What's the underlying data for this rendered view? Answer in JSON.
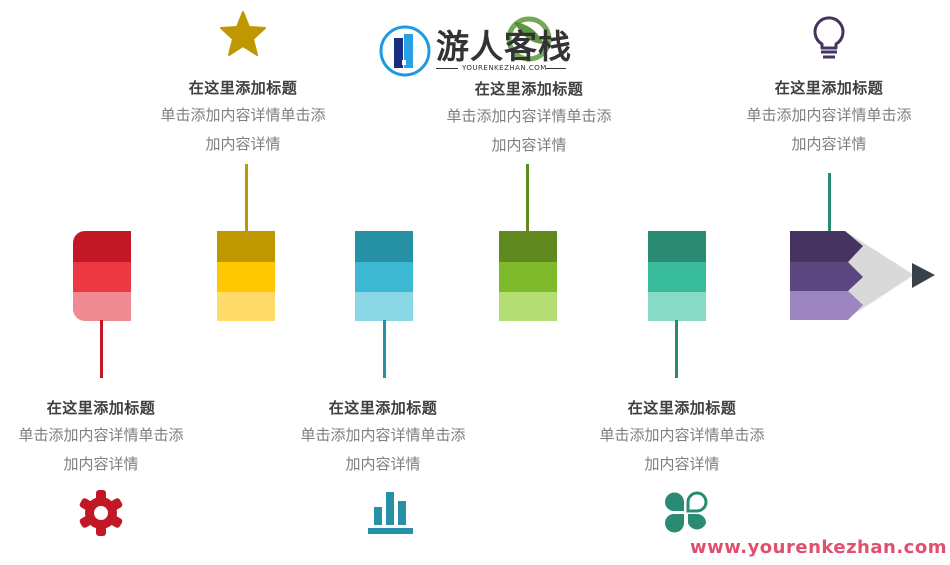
{
  "logo": {
    "name": "游人客栈",
    "subtitle": "YOURENKEZHAN.COM"
  },
  "watermark": "www.yourenkezhan.com",
  "steps": [
    {
      "position": "bottom",
      "title": "在这里添加标题",
      "desc_line1": "单击添加内容详情单击添",
      "desc_line2": "加内容详情",
      "icon": "gear-icon",
      "colors": [
        "#c21725",
        "#ec3843",
        "#f08b93"
      ],
      "line_color": "#c21725"
    },
    {
      "position": "top",
      "title": "在这里添加标题",
      "desc_line1": "单击添加内容详情单击添",
      "desc_line2": "加内容详情",
      "icon": "star-icon",
      "colors": [
        "#bf9800",
        "#ffc800",
        "#ffdc6a"
      ],
      "line_color": "#bf9800"
    },
    {
      "position": "bottom",
      "title": "在这里添加标题",
      "desc_line1": "单击添加内容详情单击添",
      "desc_line2": "加内容详情",
      "icon": "bar-chart-icon",
      "colors": [
        "#2691a4",
        "#3cb8d2",
        "#8ad8e6"
      ],
      "line_color": "#2691a4"
    },
    {
      "position": "top",
      "title": "在这里添加标题",
      "desc_line1": "单击添加内容详情单击添",
      "desc_line2": "加内容详情",
      "icon": "leaf-icon",
      "colors": [
        "#608920",
        "#7fb92c",
        "#b4de74"
      ],
      "line_color": "#608920"
    },
    {
      "position": "bottom",
      "title": "在这里添加标题",
      "desc_line1": "单击添加内容详情单击添",
      "desc_line2": "加内容详情",
      "icon": "clover-icon",
      "colors": [
        "#2a8b72",
        "#37bb9a",
        "#87dbc6"
      ],
      "line_color": "#2a8b72"
    },
    {
      "position": "top",
      "title": "在这里添加标题",
      "desc_line1": "单击添加内容详情单击添",
      "desc_line2": "加内容详情",
      "icon": "lightbulb-icon",
      "colors": [
        "#45345f",
        "#5b4680",
        "#9d85bf"
      ],
      "line_color": "#2a8b72"
    }
  ],
  "pencil_tip": {
    "wood": "#d9d9d9",
    "lead": "#3a4149"
  }
}
